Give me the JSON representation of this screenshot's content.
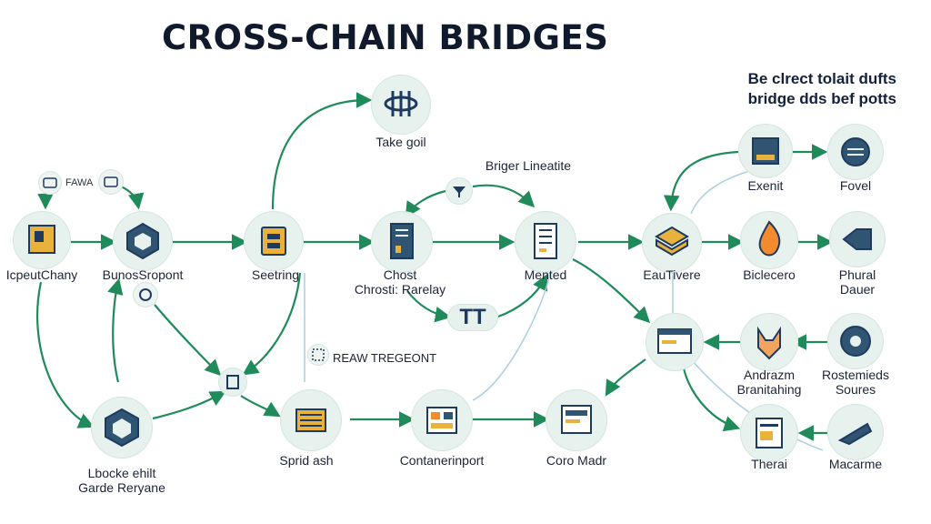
{
  "title": "CROSS-CHAIN BRIDGES",
  "note": {
    "line1": "Be clrect tolait dufts",
    "line2": "bridge dds bef potts"
  },
  "nodes": {
    "take_goil": "Take goil",
    "briger_lineatite": "Briger Lineatite",
    "tiny_top_label": "FAWA",
    "ipeut_chany": "IcpeutChany",
    "bunos_sropont": "BunosSropont",
    "seetring": "Seetring",
    "chost": {
      "line1": "Chost",
      "line2": "Chrosti: Rarelay"
    },
    "mented": "Mented",
    "eau_tivere": "EauTivere",
    "biclecero": "Biclecero",
    "exenit": "Exenit",
    "fovel": "Fovel",
    "phural_dauer": {
      "line1": "Phural",
      "line2": "Dauer"
    },
    "tt": "TT",
    "reaw_tregeont": "REAW TREGEONT",
    "andrazm_branitahing": {
      "line1": "Andrazm",
      "line2": "Branitahing"
    },
    "rostemieds_soures": {
      "line1": "Rostemieds",
      "line2": "Soures"
    },
    "lbocke_ehilt": {
      "line1": "Lbocke ehilt",
      "line2": "Garde Reryane"
    },
    "sprid_ash": "Sprid ash",
    "contane_rinport": "Contanerinport",
    "coro_madr": "Coro Madr",
    "therai": "Therai",
    "macarme": "Macarme"
  },
  "colors": {
    "arrow": "#1f8a5a",
    "node_bg": "#e7f1ed",
    "navy": "#1f3a5f",
    "gold": "#e9b23c",
    "orange": "#f28a2e"
  }
}
